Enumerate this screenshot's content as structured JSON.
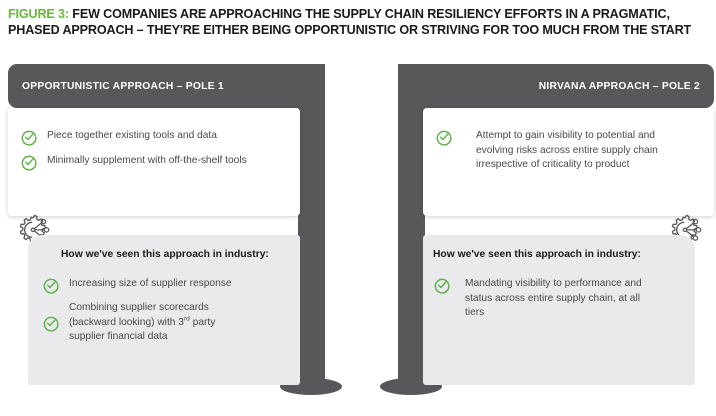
{
  "figure": {
    "label": "FIGURE 3:",
    "headline": " FEW COMPANIES ARE APPROACHING THE SUPPLY CHAIN RESILIENCY EFFORTS IN A PRAGMATIC, PHASED APPROACH – THEY'RE EITHER BEING OPPORTUNISTIC OR STRIVING FOR TOO MUCH FROM THE START"
  },
  "colors": {
    "accent_green": "#6cb33f",
    "check_green": "#5cb247",
    "header_gray": "#58585a",
    "card_gray": "#eaeaec",
    "body_text": "#4a4a4a",
    "title_text": "#1a1a1a"
  },
  "poles": [
    {
      "id": "pole-1",
      "header": "OPPORTUNISTIC APPROACH – POLE 1",
      "top_card": {
        "items": [
          "Piece together existing tools and data",
          "Minimally supplement with off-the-shelf tools"
        ]
      },
      "bottom_card": {
        "heading": "How we've seen this approach in industry:",
        "items": [
          {
            "text": "Increasing size of supplier response",
            "sup": null
          },
          {
            "text": "Combining supplier scorecards\n(backward looking) with 3",
            "sup": "rd",
            "text_after": " party\nsupplier financial data"
          }
        ]
      },
      "gear_icon": "gear-network-icon"
    },
    {
      "id": "pole-2",
      "header": "NIRVANA APPROACH – POLE 2",
      "top_card": {
        "items": [
          "Attempt to gain visibility to potential and\nevolving risks across entire supply chain\nirrespective of criticality to product"
        ]
      },
      "bottom_card": {
        "heading": "How we've seen this approach in industry:",
        "items": [
          {
            "text": "Mandating visibility to performance and\nstatus across entire supply chain, at all\ntiers",
            "sup": null
          }
        ]
      },
      "gear_icon": "gear-network-icon"
    }
  ]
}
